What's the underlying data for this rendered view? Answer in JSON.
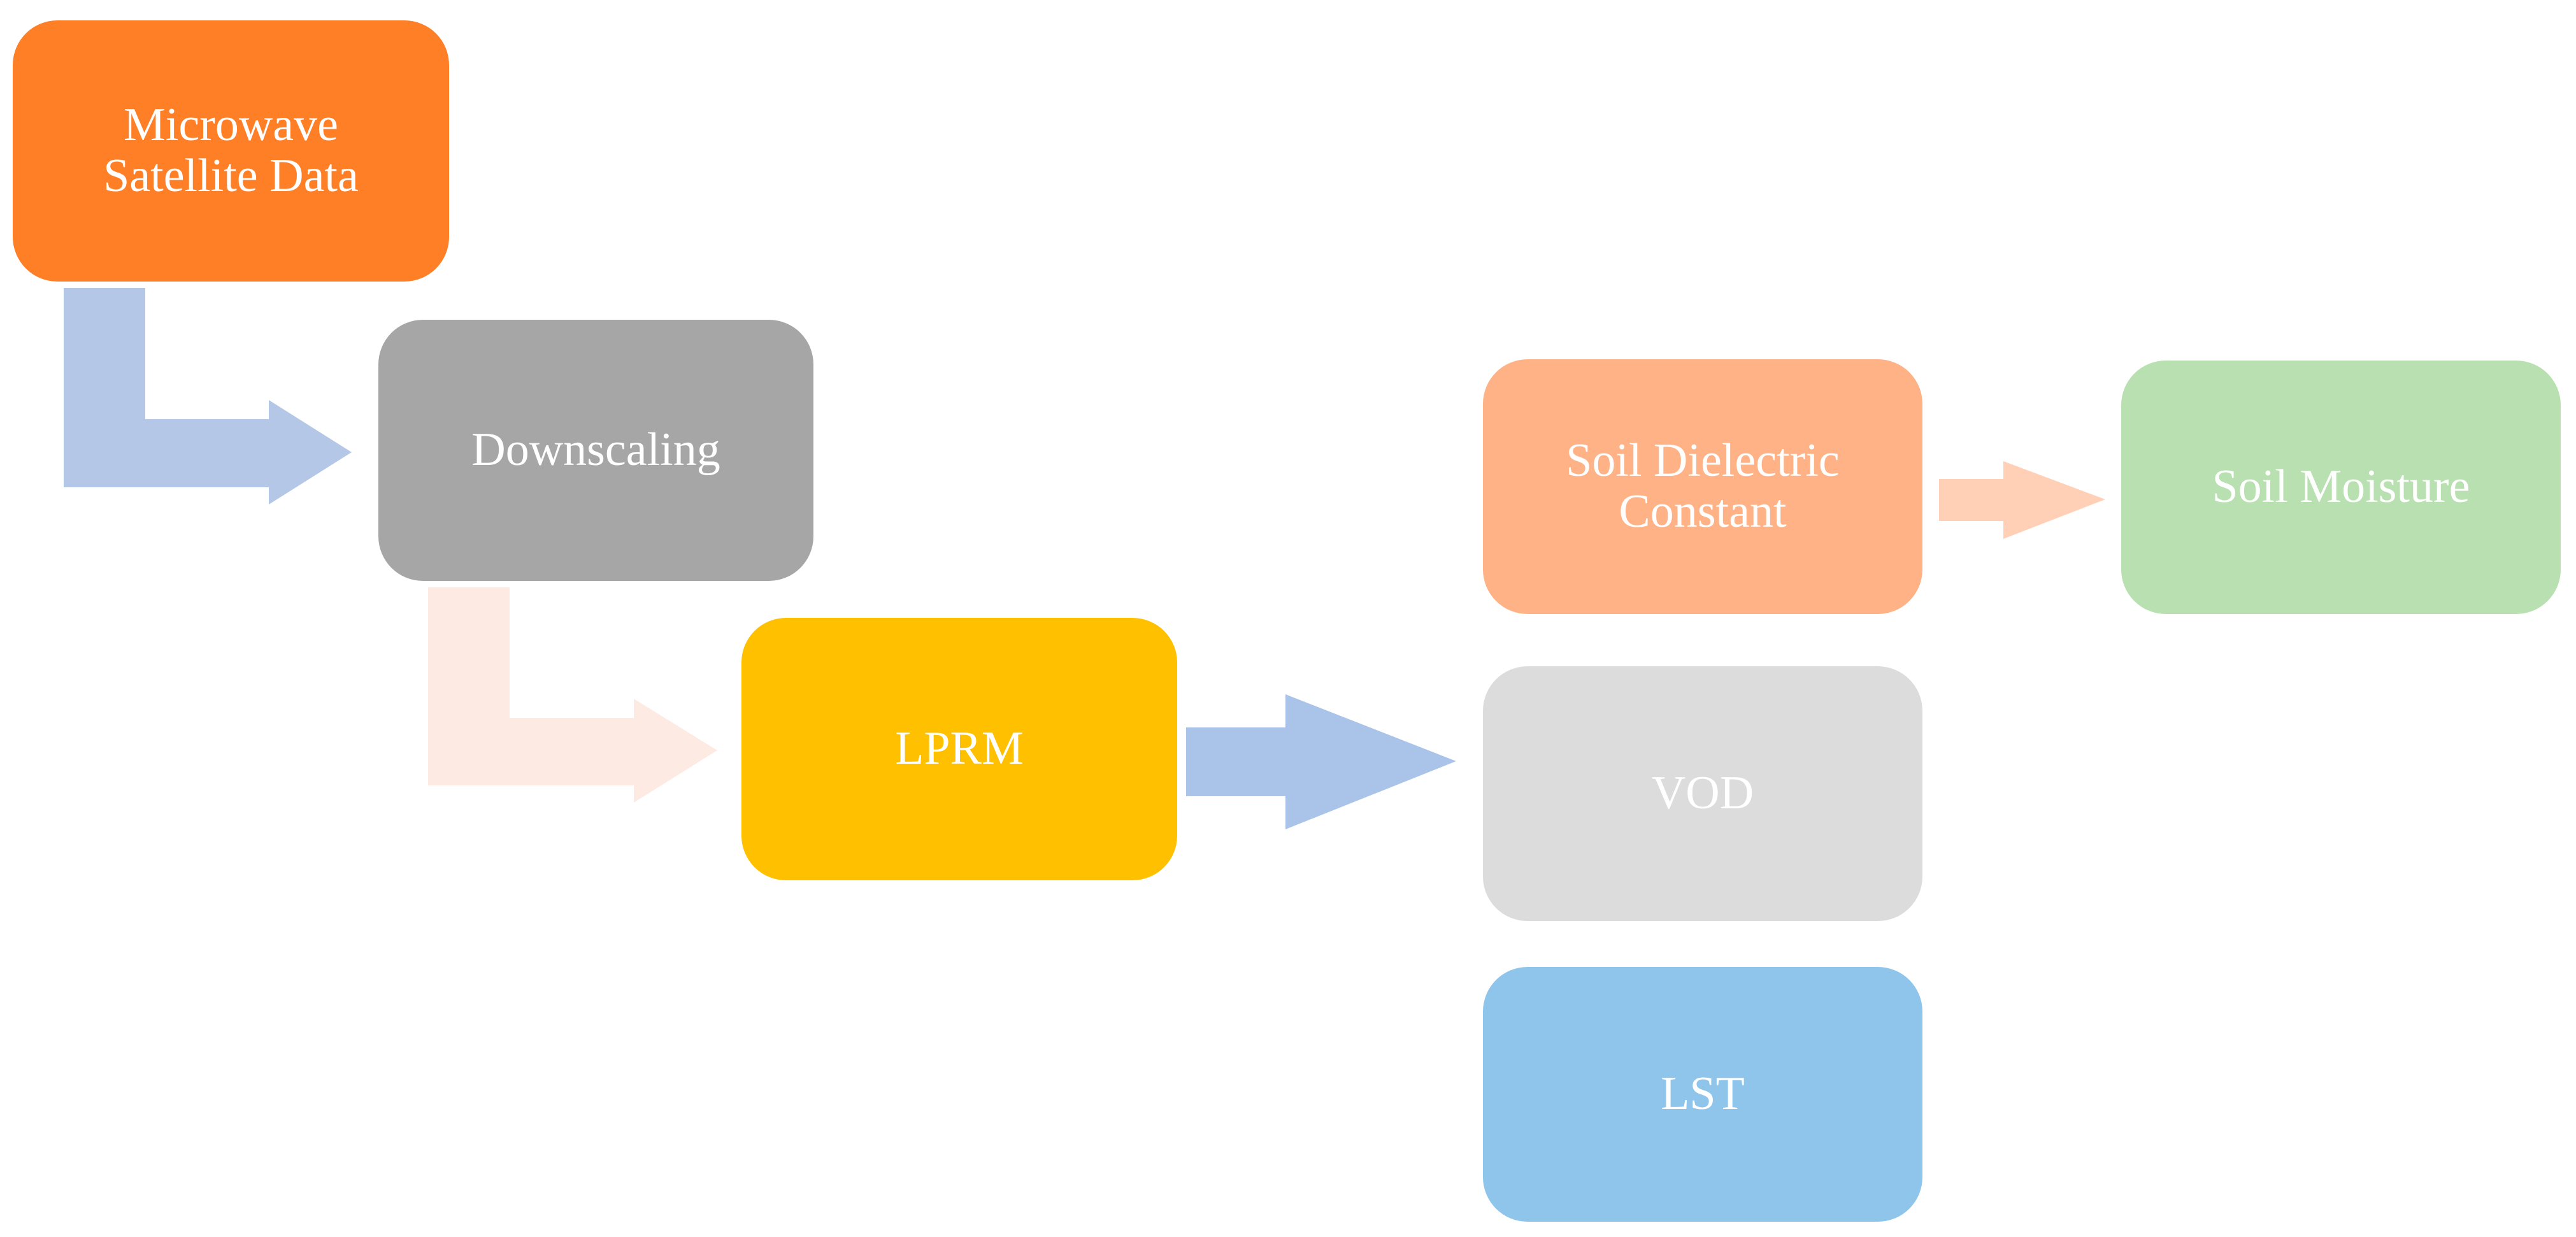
{
  "nodes": {
    "microwave": {
      "label": "Microwave\nSatellite Data",
      "color": "#FF7F27"
    },
    "downscaling": {
      "label": "Downscaling",
      "color": "#A6A6A6"
    },
    "lprm": {
      "label": "LPRM",
      "color": "#FFC000"
    },
    "dielectric": {
      "label": "Soil Dielectric\nConstant",
      "color": "#FFB286"
    },
    "moisture": {
      "label": "Soil Moisture",
      "color": "#B8E0B0"
    },
    "vod": {
      "label": "VOD",
      "color": "#DCDCDC"
    },
    "lst": {
      "label": "LST",
      "color": "#8FC5EA"
    }
  },
  "arrows": {
    "microwave_to_downscaling": {
      "color": "#B4C7E7"
    },
    "downscaling_to_lprm": {
      "color": "#FDEBE3"
    },
    "lprm_to_outputs": {
      "color": "#A9C4E8"
    },
    "dielectric_to_moisture": {
      "color": "#FFD0B5"
    }
  }
}
